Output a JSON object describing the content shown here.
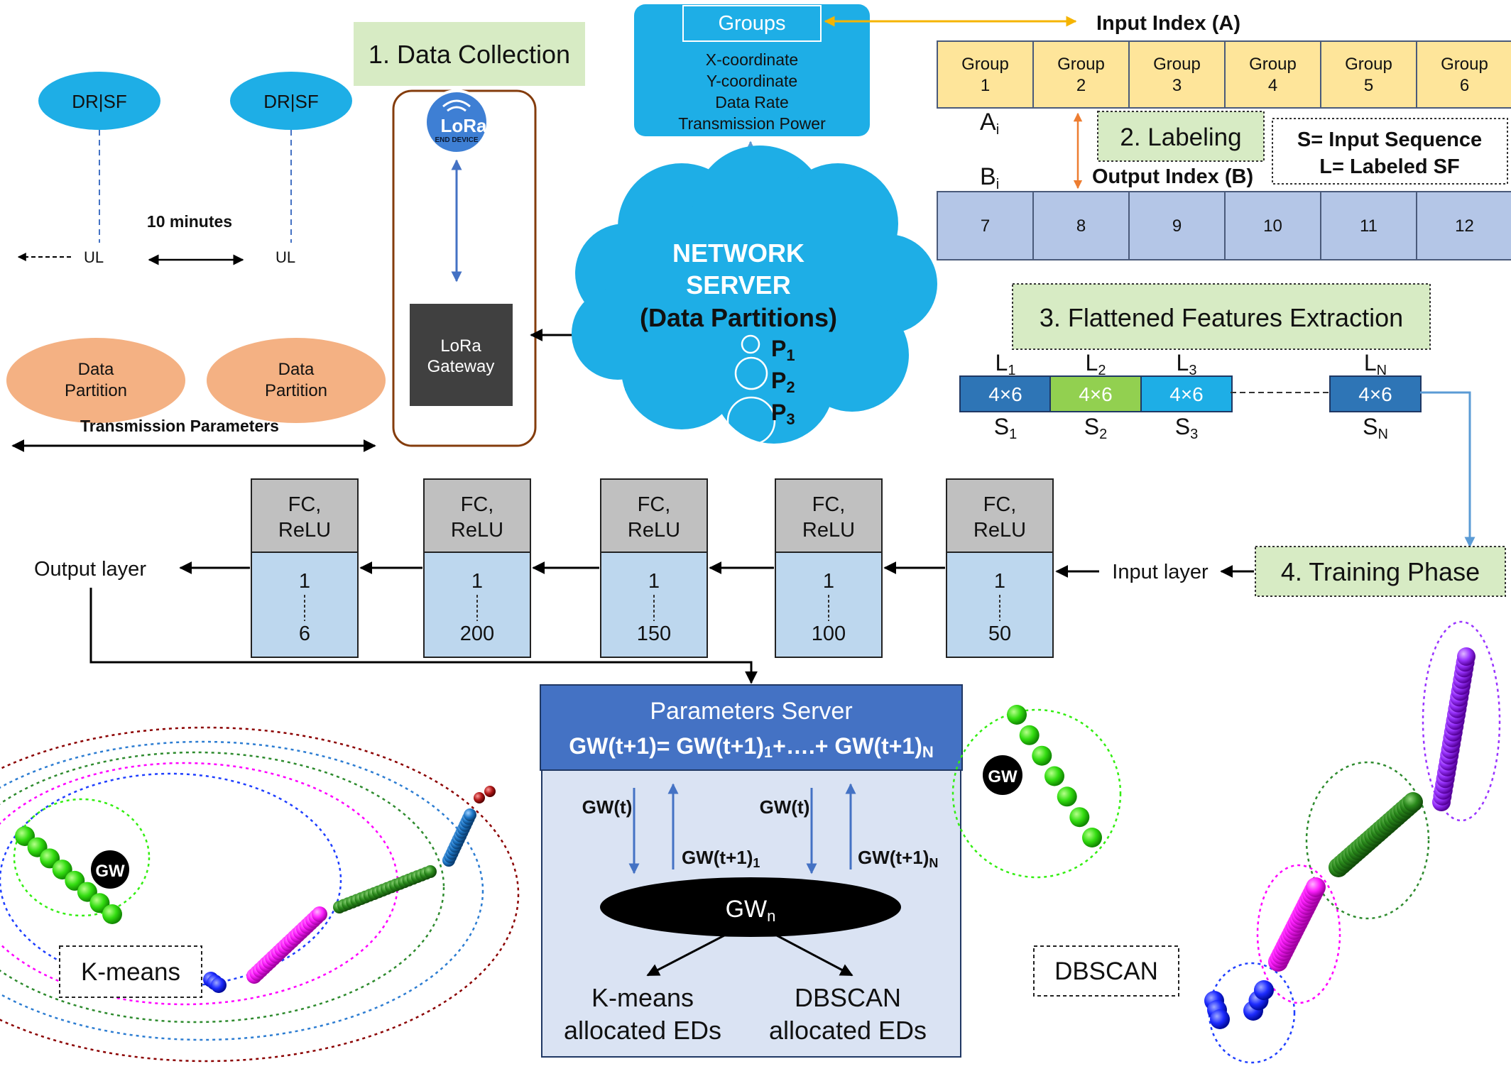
{
  "colors": {
    "blue_main": "#1eaee6",
    "orange_ellipse": "#f4b183",
    "yellow_cell": "#fee59a",
    "lilac_cell": "#b4c6e7",
    "green_label": "#d7ebc4",
    "grey_fc": "#c0c0c0",
    "lightblue_box": "#bdd7ee",
    "ps_header": "#4472c4",
    "ps_body": "#dae3f3",
    "gateway": "#404040",
    "brown_border": "#843c0c",
    "gold_arrow": "#f5b400"
  },
  "timeline": {
    "ellipse_label": "DR|SF",
    "ul_label": "UL",
    "interval": "10 minutes",
    "partition_label_1": "Data",
    "partition_label_2": "Partition",
    "bottom_label": "Transmission Parameters"
  },
  "collection": {
    "title": "1. Data Collection",
    "lora_logo": "LoRa",
    "lora_logo_sub": "END DEVICE",
    "gateway_line1": "LoRa",
    "gateway_line2": "Gateway"
  },
  "groups_box": {
    "title": "Groups",
    "lines": [
      "X-coordinate",
      "Y-coordinate",
      "Data Rate",
      "Transmission Power"
    ]
  },
  "server": {
    "line1": "NETWORK",
    "line2": "SERVER",
    "line3": "(Data Partitions)",
    "partitions": [
      "P",
      "P",
      "P"
    ],
    "partition_subs": [
      "1",
      "2",
      "3"
    ]
  },
  "index": {
    "input_title": "Input Index (A)",
    "output_title": "Output Index (B)",
    "group_word": "Group",
    "group_numbers": [
      "1",
      "2",
      "3",
      "4",
      "5",
      "6"
    ],
    "output_cells": [
      "7",
      "8",
      "9",
      "10",
      "11",
      "12"
    ],
    "a_label": "A",
    "a_sub": "i",
    "b_label": "B",
    "b_sub": "i",
    "labeling": "2. Labeling",
    "legend_s": "S= Input Sequence",
    "legend_l": "L= Labeled SF"
  },
  "features": {
    "title": "3. Flattened Features Extraction",
    "cell_text": "4×6",
    "top_labels": [
      "L",
      "L",
      "L",
      "L"
    ],
    "top_subs": [
      "1",
      "2",
      "3",
      "N"
    ],
    "bottom_labels": [
      "S",
      "S",
      "S",
      "S"
    ],
    "bottom_subs": [
      "1",
      "2",
      "3",
      "N"
    ]
  },
  "network": {
    "output_layer": "Output layer",
    "input_layer": "Input layer",
    "training": "4. Training Phase",
    "fc_line1": "FC,",
    "fc_line2": "ReLU",
    "first_unit": "1",
    "layer_sizes": [
      "6",
      "200",
      "150",
      "100",
      "50"
    ]
  },
  "params_server": {
    "title": "Parameters Server",
    "formula_a": "GW(t+1)= GW(t+1)",
    "formula_a_sub": "1",
    "formula_b": "+….+ GW(t+1)",
    "formula_b_sub": "N",
    "gw_t": "GW(t)",
    "gw_t1": "GW(t+1)",
    "gw_t1_sub_1": "1",
    "gw_t1_sub_n": "N",
    "gwn": "GW",
    "gwn_sub": "n",
    "kmeans_alloc_1": "K-means",
    "kmeans_alloc_2": "allocated EDs",
    "dbscan_alloc_1": "DBSCAN",
    "dbscan_alloc_2": "allocated EDs"
  },
  "clusters": {
    "gw": "GW",
    "kmeans_label": "K-means",
    "dbscan_label": "DBSCAN"
  }
}
